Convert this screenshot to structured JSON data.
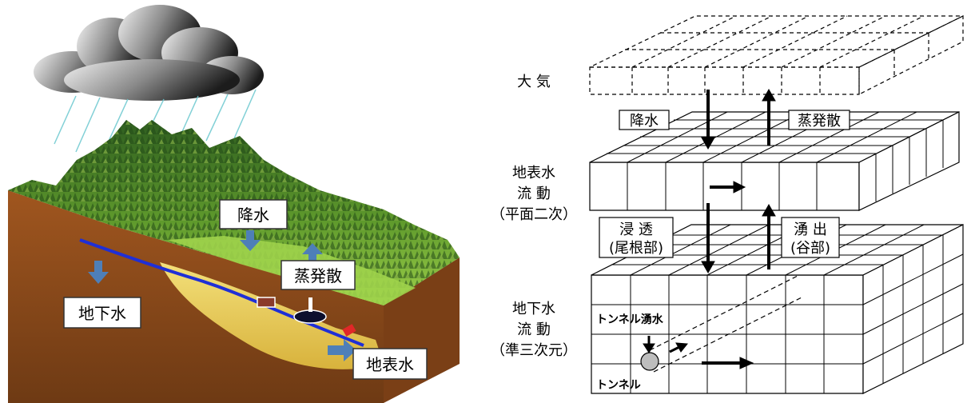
{
  "left_panel": {
    "labels": {
      "precipitation": "降水",
      "evapotranspiration": "蒸発散",
      "groundwater": "地下水",
      "surface_water": "地表水"
    },
    "colors": {
      "cloud_light": "#f2f2f2",
      "cloud_dark": "#1e1e1e",
      "rain": "#6cc8cf",
      "mountain_dark": "#2e5e1f",
      "mountain_light": "#9ccf46",
      "soil": "#8b4a1c",
      "aquifer": "#e8c957",
      "river": "#1f2fd6",
      "arrow_blue": "#4e7fb8"
    }
  },
  "right_panel": {
    "layers": {
      "atmosphere": "大 気",
      "surface_line1": "地表水",
      "surface_line2": "流 動",
      "surface_line3": "（平面二次）",
      "ground_line1": "地下水",
      "ground_line2": "流 動",
      "ground_line3": "（準三次元）"
    },
    "flux_labels": {
      "precipitation": "降水",
      "evapotranspiration": "蒸発散",
      "infiltration_line1": "浸 透",
      "infiltration_line2": "(尾根部)",
      "upwelling_line1": "湧 出",
      "upwelling_line2": "(谷部)",
      "tunnel_inflow": "トンネル湧水",
      "tunnel": "トンネル"
    }
  }
}
